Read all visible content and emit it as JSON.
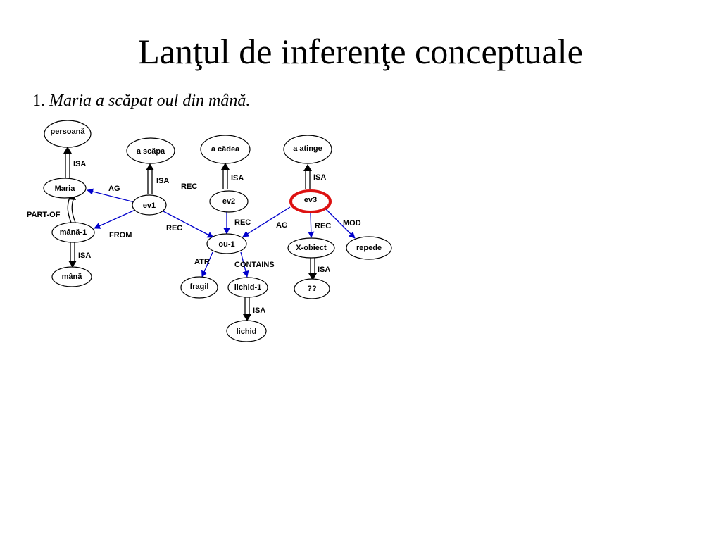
{
  "title": "Lanţul de inferenţe conceptuale",
  "subtitle": {
    "number": "1.",
    "sentence": "Maria a scăpat oul din mână."
  },
  "colors": {
    "relation": "#0000cc",
    "isa": "#000000",
    "highlight": "#dd1111"
  },
  "nodes": {
    "persoana": "persoană",
    "a_scapa": "a scăpa",
    "a_cadea": "a cădea",
    "a_atinge": "a atinge",
    "maria": "Maria",
    "ev1": "ev1",
    "ev2": "ev2",
    "ev3": "ev3",
    "mana1": "mână-1",
    "mana": "mână",
    "ou1": "ou-1",
    "xobiect": "X-obiect",
    "repede": "repede",
    "fragil": "fragil",
    "lichid1": "lichid-1",
    "qq": "??",
    "lichid": "lichid"
  },
  "edge_labels": {
    "isa": "ISA",
    "ag": "AG",
    "rec": "REC",
    "part_of": "PART-OF",
    "from": "FROM",
    "mod": "MOD",
    "atr": "ATR",
    "contains": "CONTAINS"
  }
}
